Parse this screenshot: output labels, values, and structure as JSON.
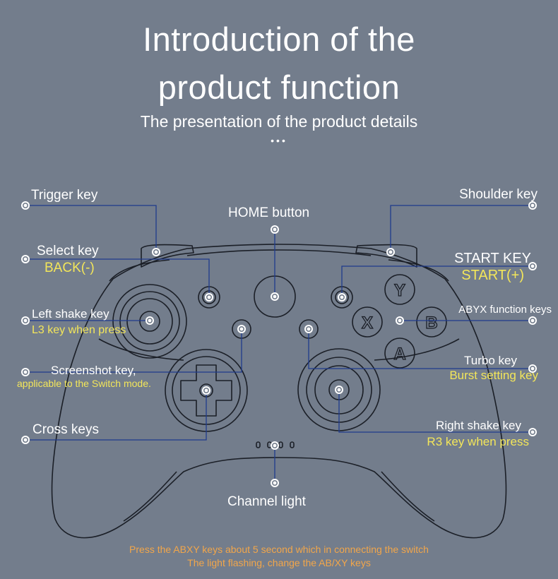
{
  "header": {
    "title_line1": "Introduction of the",
    "title_line2": "product function",
    "subtitle": "The presentation of the product details",
    "dots": "•••"
  },
  "labels": {
    "trigger_key": "Trigger key",
    "shoulder_key": "Shoulder key",
    "home_button": "HOME button",
    "select_key": "Select key",
    "back_key": "BACK(-)",
    "start_key": "START KEY",
    "start_plus": "START(+)",
    "abyx_keys": "ABYX function keys",
    "left_shake_key": "Left shake key",
    "l3_key": "L3 key when press",
    "screenshot_key": "Screenshot key,",
    "screenshot_note": "applicable to the Switch mode.",
    "turbo_key": "Turbo key",
    "burst_setting": "Burst setting key",
    "cross_keys": "Cross keys",
    "right_shake_key": "Right shake key",
    "r3_key": "R3 key when press",
    "channel_light": "Channel light"
  },
  "buttons": {
    "y": "Y",
    "x": "X",
    "b": "B",
    "a": "A"
  },
  "footer": {
    "line1": "Press the ABXY keys about 5 second which in connecting the switch",
    "line2": "The light flashing, change the AB/XY keys"
  },
  "colors": {
    "background": "#737d8c",
    "text": "#ffffff",
    "highlight": "#f3e65a",
    "note": "#f2a64a",
    "leader": "#1f3b8c",
    "outline": "#1b1f27"
  }
}
